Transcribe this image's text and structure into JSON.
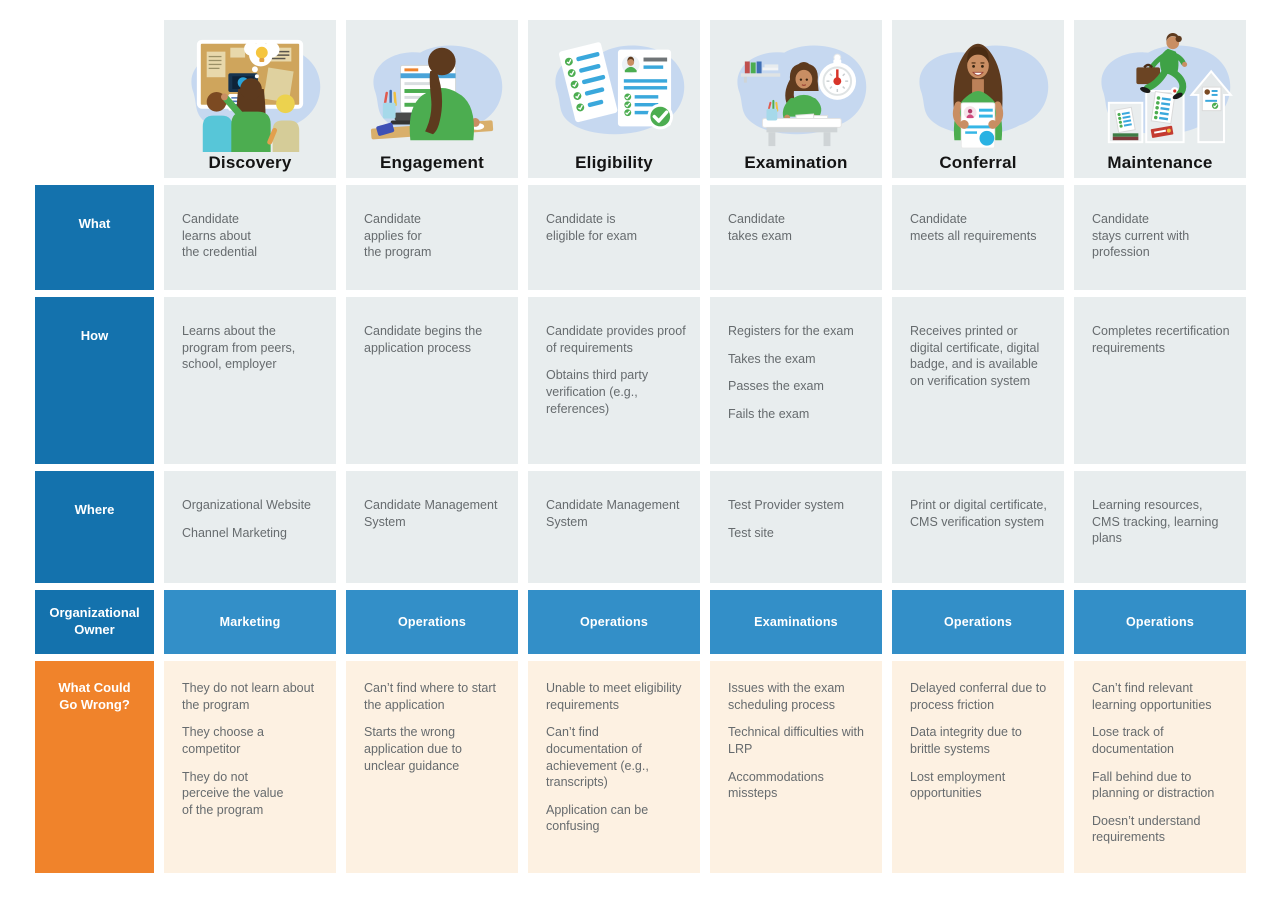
{
  "colors": {
    "header-blue": "#1472ad",
    "owner-blue": "#338fc8",
    "alert-orange": "#f0832b",
    "alert-bg": "#fdf1e2",
    "cell-bg": "#e8edee",
    "illustration-blob": "#c6d8f0",
    "figure-green": "#4cad50"
  },
  "row_headers": {
    "what": "What",
    "how": "How",
    "where": "Where",
    "owner": "Organizational\nOwner",
    "wrong": "What Could\nGo Wrong?"
  },
  "stages": [
    {
      "title": "Discovery",
      "what": [
        "Candidate\nlearns about\nthe credential"
      ],
      "how": [
        "Learns about the program from peers, school, employer"
      ],
      "where": [
        "Organizational Website",
        "Channel Marketing"
      ],
      "owner": "Marketing",
      "wrong": [
        "They do not learn about the program",
        "They choose a competitor",
        "They do not\nperceive the value\nof the program"
      ]
    },
    {
      "title": "Engagement",
      "what": [
        "Candidate\napplies for\nthe program"
      ],
      "how": [
        "Candidate begins the application process"
      ],
      "where": [
        "Candidate Management System"
      ],
      "owner": "Operations",
      "wrong": [
        "Can’t find where to start the application",
        "Starts the wrong application due to unclear guidance"
      ]
    },
    {
      "title": "Eligibility",
      "what": [
        "Candidate is\neligible for exam"
      ],
      "how": [
        "Candidate provides proof of requirements",
        "Obtains third party verification (e.g., references)"
      ],
      "where": [
        "Candidate Management System"
      ],
      "owner": "Operations",
      "wrong": [
        "Unable to meet eligibility requirements",
        "Can’t find\ndocumentation of\nachievement (e.g.,\ntranscripts)",
        "Application can be confusing"
      ]
    },
    {
      "title": "Examination",
      "what": [
        "Candidate\ntakes exam"
      ],
      "how": [
        "Registers for the exam",
        "Takes the exam",
        "Passes the exam",
        "Fails the exam"
      ],
      "where": [
        "Test Provider system",
        "Test site"
      ],
      "owner": "Examinations",
      "wrong": [
        "Issues with the exam scheduling process",
        "Technical difficulties with LRP",
        "Accommodations missteps"
      ]
    },
    {
      "title": "Conferral",
      "what": [
        "Candidate\nmeets all requirements"
      ],
      "how": [
        "Receives printed or digital certificate, digital badge, and is available on verification system"
      ],
      "where": [
        "Print or digital certificate, CMS verification system"
      ],
      "owner": "Operations",
      "wrong": [
        "Delayed conferral due to process friction",
        "Data integrity due to brittle systems",
        "Lost employment opportunities"
      ]
    },
    {
      "title": "Maintenance",
      "what": [
        "Candidate\nstays current with\nprofession"
      ],
      "how": [
        "Completes recertification requirements"
      ],
      "where": [
        "Learning resources, CMS tracking, learning plans"
      ],
      "owner": "Operations",
      "wrong": [
        "Can’t find relevant learning opportunities",
        "Lose track of documentation",
        "Fall behind due to planning or distraction",
        "Doesn’t understand requirements"
      ]
    }
  ]
}
